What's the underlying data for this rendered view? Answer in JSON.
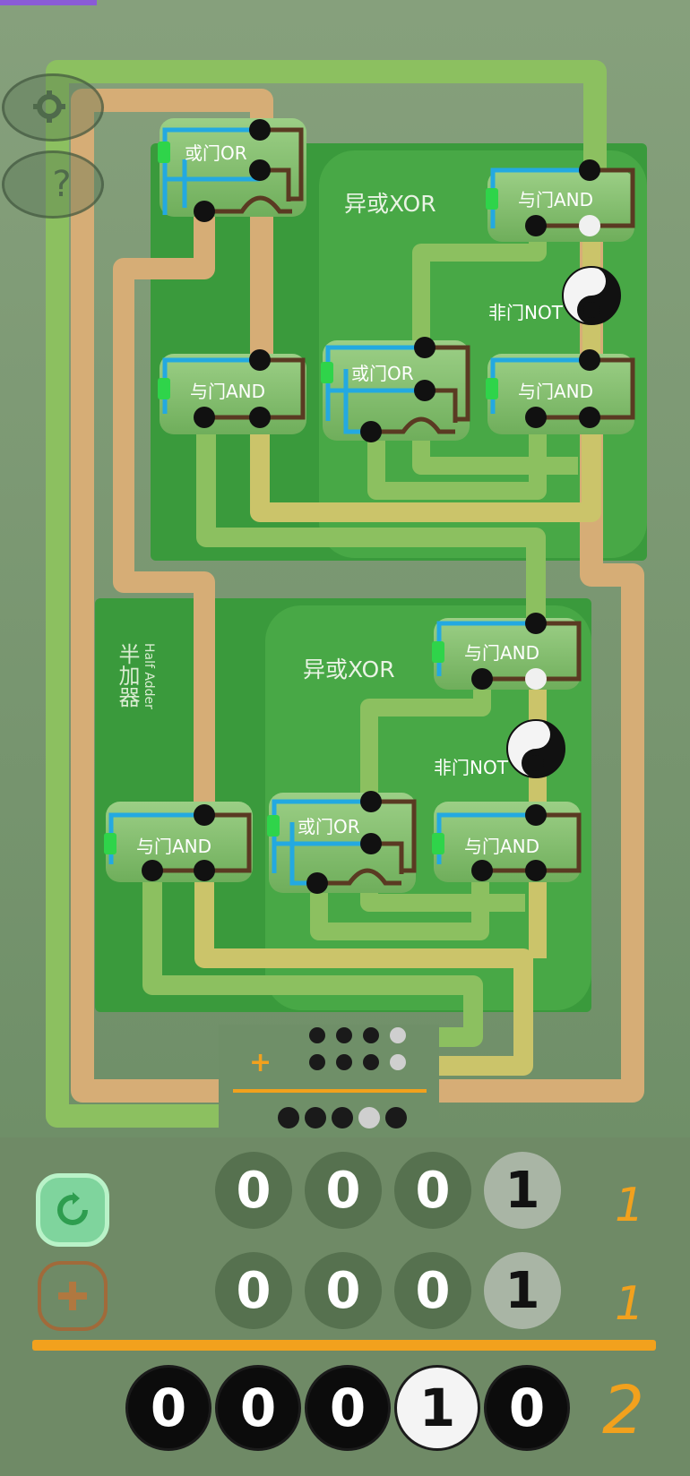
{
  "game": {
    "colors": {
      "background": "#6f8f68",
      "board_green": "#3a9a3c",
      "wire_orange": "#d6ad76",
      "wire_green": "#8cc060",
      "wire_yellow": "#cbc46a",
      "wire_blue": "#23a9e1",
      "wire_brown": "#5a3a22",
      "accent_orange": "#f2a11d"
    },
    "top_buttons": [
      {
        "icon": "gear-icon"
      },
      {
        "icon": "help-icon",
        "label": "?"
      }
    ],
    "full_adder": {
      "or_gate_label": "或门OR",
      "and_left_label": "与门AND",
      "xor_label": "异或XOR",
      "xor_and_top_label": "与门AND",
      "xor_not_label": "非门NOT",
      "xor_or_label": "或门OR",
      "xor_and_bottom_label": "与门AND"
    },
    "half_adder": {
      "title_cn": "半加器",
      "title_en": "Half Adder",
      "and_left_label": "与门AND",
      "xor_label": "异或XOR",
      "xor_and_top_label": "与门AND",
      "xor_not_label": "非门NOT",
      "xor_or_label": "或门OR",
      "xor_and_bottom_label": "与门AND"
    },
    "mini_display": {
      "plus_label": "+",
      "row1": [
        0,
        0,
        0,
        1
      ],
      "row2": [
        0,
        0,
        0,
        1
      ],
      "result": [
        0,
        0,
        0,
        1,
        0
      ]
    },
    "controls": {
      "reset_icon": "reset-icon",
      "add_icon": "plus-icon"
    },
    "inputs": {
      "a_bits": [
        "0",
        "0",
        "0",
        "1"
      ],
      "a_decimal": "1",
      "b_bits": [
        "0",
        "0",
        "0",
        "1"
      ],
      "b_decimal": "1",
      "sum_bits": [
        "0",
        "0",
        "0",
        "1",
        "0"
      ],
      "sum_decimal": "2"
    }
  }
}
